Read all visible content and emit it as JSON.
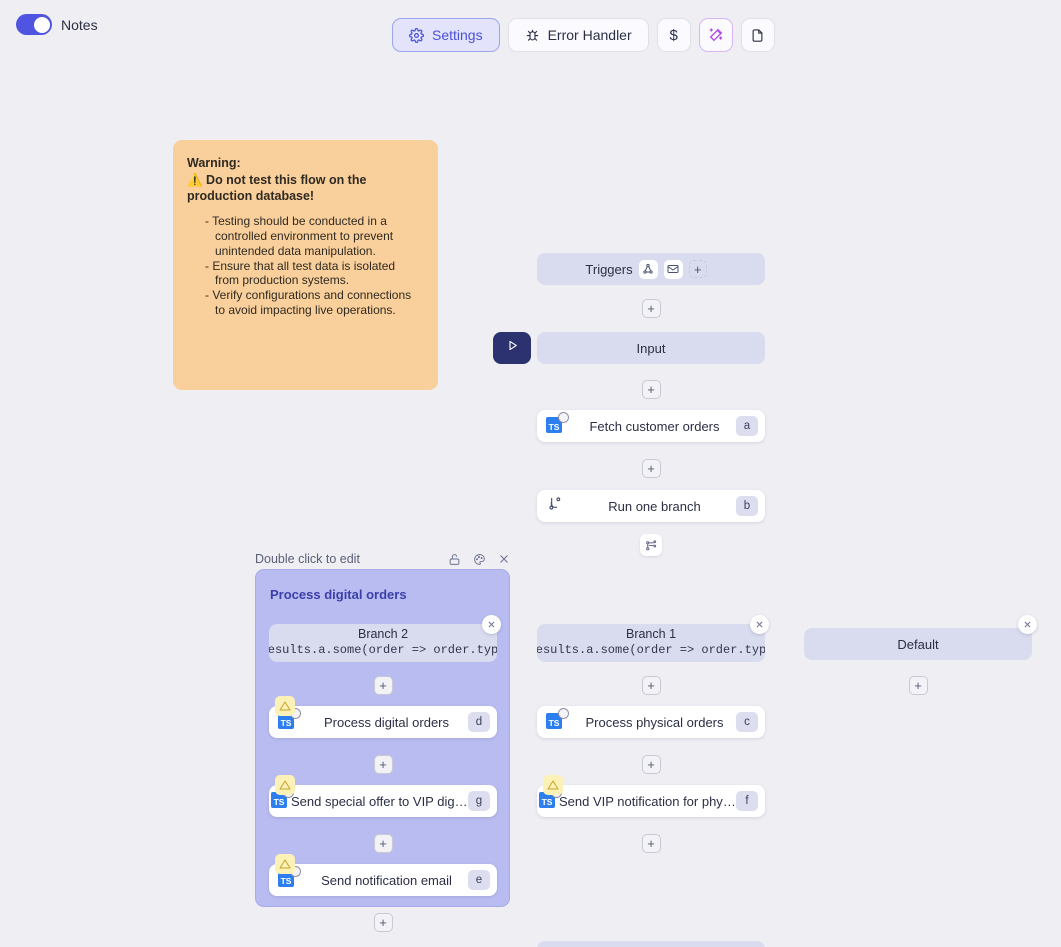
{
  "topbar": {
    "notes_label": "Notes",
    "notes_toggle_on": true,
    "buttons": [
      {
        "label": "Settings",
        "icon": "gear-icon",
        "active": true
      },
      {
        "label": "Error Handler",
        "icon": "bug-icon",
        "active": false
      }
    ],
    "icon_buttons": [
      {
        "icon": "dollar-icon",
        "glyph": "$"
      },
      {
        "icon": "magic-wand-icon",
        "glyph": "wand"
      },
      {
        "icon": "file-icon",
        "glyph": "file"
      }
    ]
  },
  "note": {
    "title": "Warning:",
    "headline": "⚠️ Do not test this flow on the production database!",
    "items": [
      "- Testing should be conducted in a controlled environment to prevent unintended data manipulation.",
      "- Ensure that all test data is isolated from production systems.",
      "- Verify configurations and connections to avoid impacting live operations."
    ],
    "bg_color": "#f9cf9b"
  },
  "flow": {
    "triggers": {
      "label": "Triggers",
      "icons": [
        "webhook-icon",
        "envelope-icon"
      ],
      "add_label": "+"
    },
    "input": {
      "label": "Input",
      "run_icon": "play-icon"
    },
    "nodes": [
      {
        "label": "Fetch customer orders",
        "badge": "a",
        "icon": "typescript-icon",
        "warning": false
      },
      {
        "label": "Run one branch",
        "badge": "b",
        "icon": "branch-icon",
        "warning": false
      },
      {
        "label": "Process physical orders",
        "badge": "c",
        "icon": "typescript-icon",
        "warning": false
      },
      {
        "label": "Send VIP notification for physical...",
        "badge": "f",
        "icon": "typescript-icon",
        "warning": true
      },
      {
        "label": "Process digital orders",
        "badge": "d",
        "icon": "typescript-icon",
        "warning": true
      },
      {
        "label": "Send special offer to VIP digital c...",
        "badge": "g",
        "icon": "typescript-icon",
        "warning": true
      },
      {
        "label": "Send notification email",
        "badge": "e",
        "icon": "typescript-icon",
        "warning": true
      }
    ],
    "branches": [
      {
        "name": "Branch 2",
        "expression": "results.a.some(order => order.type"
      },
      {
        "name": "Branch 1",
        "expression": "results.a.some(order => order.type"
      },
      {
        "name": "Default",
        "expression": ""
      }
    ],
    "group": {
      "hint": "Double click to edit",
      "title": "Process digital orders",
      "header_icons": [
        "lock-icon",
        "palette-icon",
        "close-icon"
      ],
      "bg_color": "#b9bcf0"
    },
    "add_label": "+",
    "close_label": "×"
  },
  "colors": {
    "canvas": "#eeeef3",
    "pill": "#d9dbee",
    "accent": "#4f55e0",
    "group": "#b9bcf0",
    "warn": "#fcf2b8",
    "note": "#f9cf9b",
    "magic": "#b14ae8"
  }
}
